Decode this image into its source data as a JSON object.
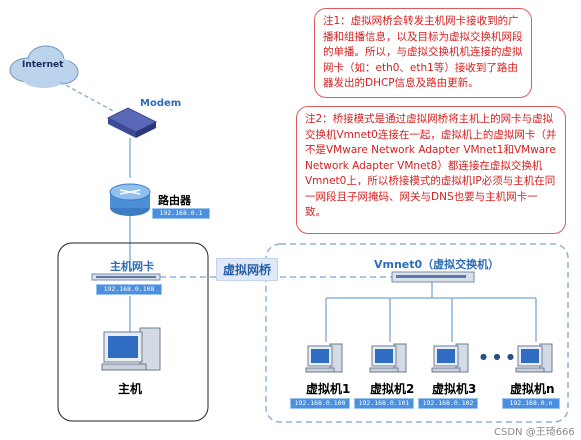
{
  "internet": {
    "label": "Internet"
  },
  "modem": {
    "label": "Modem"
  },
  "router": {
    "label": "路由器",
    "ip": "192.168.0.1"
  },
  "host": {
    "nic_label": "主机网卡",
    "nic_ip": "192.168.0.108",
    "label": "主机"
  },
  "bridge": {
    "label": "虚拟网桥"
  },
  "vswitch": {
    "label": "Vmnet0（虚拟交换机）"
  },
  "vms": [
    {
      "label": "虚拟机1",
      "ip": "192.168.0.100"
    },
    {
      "label": "虚拟机2",
      "ip": "192.168.0.101"
    },
    {
      "label": "虚拟机3",
      "ip": "192.168.0.102"
    },
    {
      "label": "虚拟机n",
      "ip": "192.168.0.n"
    }
  ],
  "ellipsis": "● ● ●",
  "notes": {
    "note1": "注1：虚拟网桥会转发主机网卡接收到的广播和组播信息，以及目标为虚拟交换机网段的单播。所以，与虚拟交换机机连接的虚拟网卡（如：eth0、eth1等）接收到了路由器发出的DHCP信息及路由更新。",
    "note2": "注2：桥接模式是通过虚拟网桥将主机上的网卡与虚拟交换机Vmnet0连接在一起，虚拟机上的虚拟网卡（并不是VMware Network Adapter VMnet1和VMware Network Adapter VMnet8）都连接在虚拟交换机Vmnet0上，所以桥接模式的虚拟机IP必须与主机在同一网段且子网掩码、网关与DNS也要与主机网卡一致。"
  },
  "watermark": "CSDN @王琦666",
  "colors": {
    "note_border": "#e05a5a",
    "note_text": "#d81e1e",
    "ip_bg": "#4a8fe0",
    "line": "#8fb3d9"
  }
}
